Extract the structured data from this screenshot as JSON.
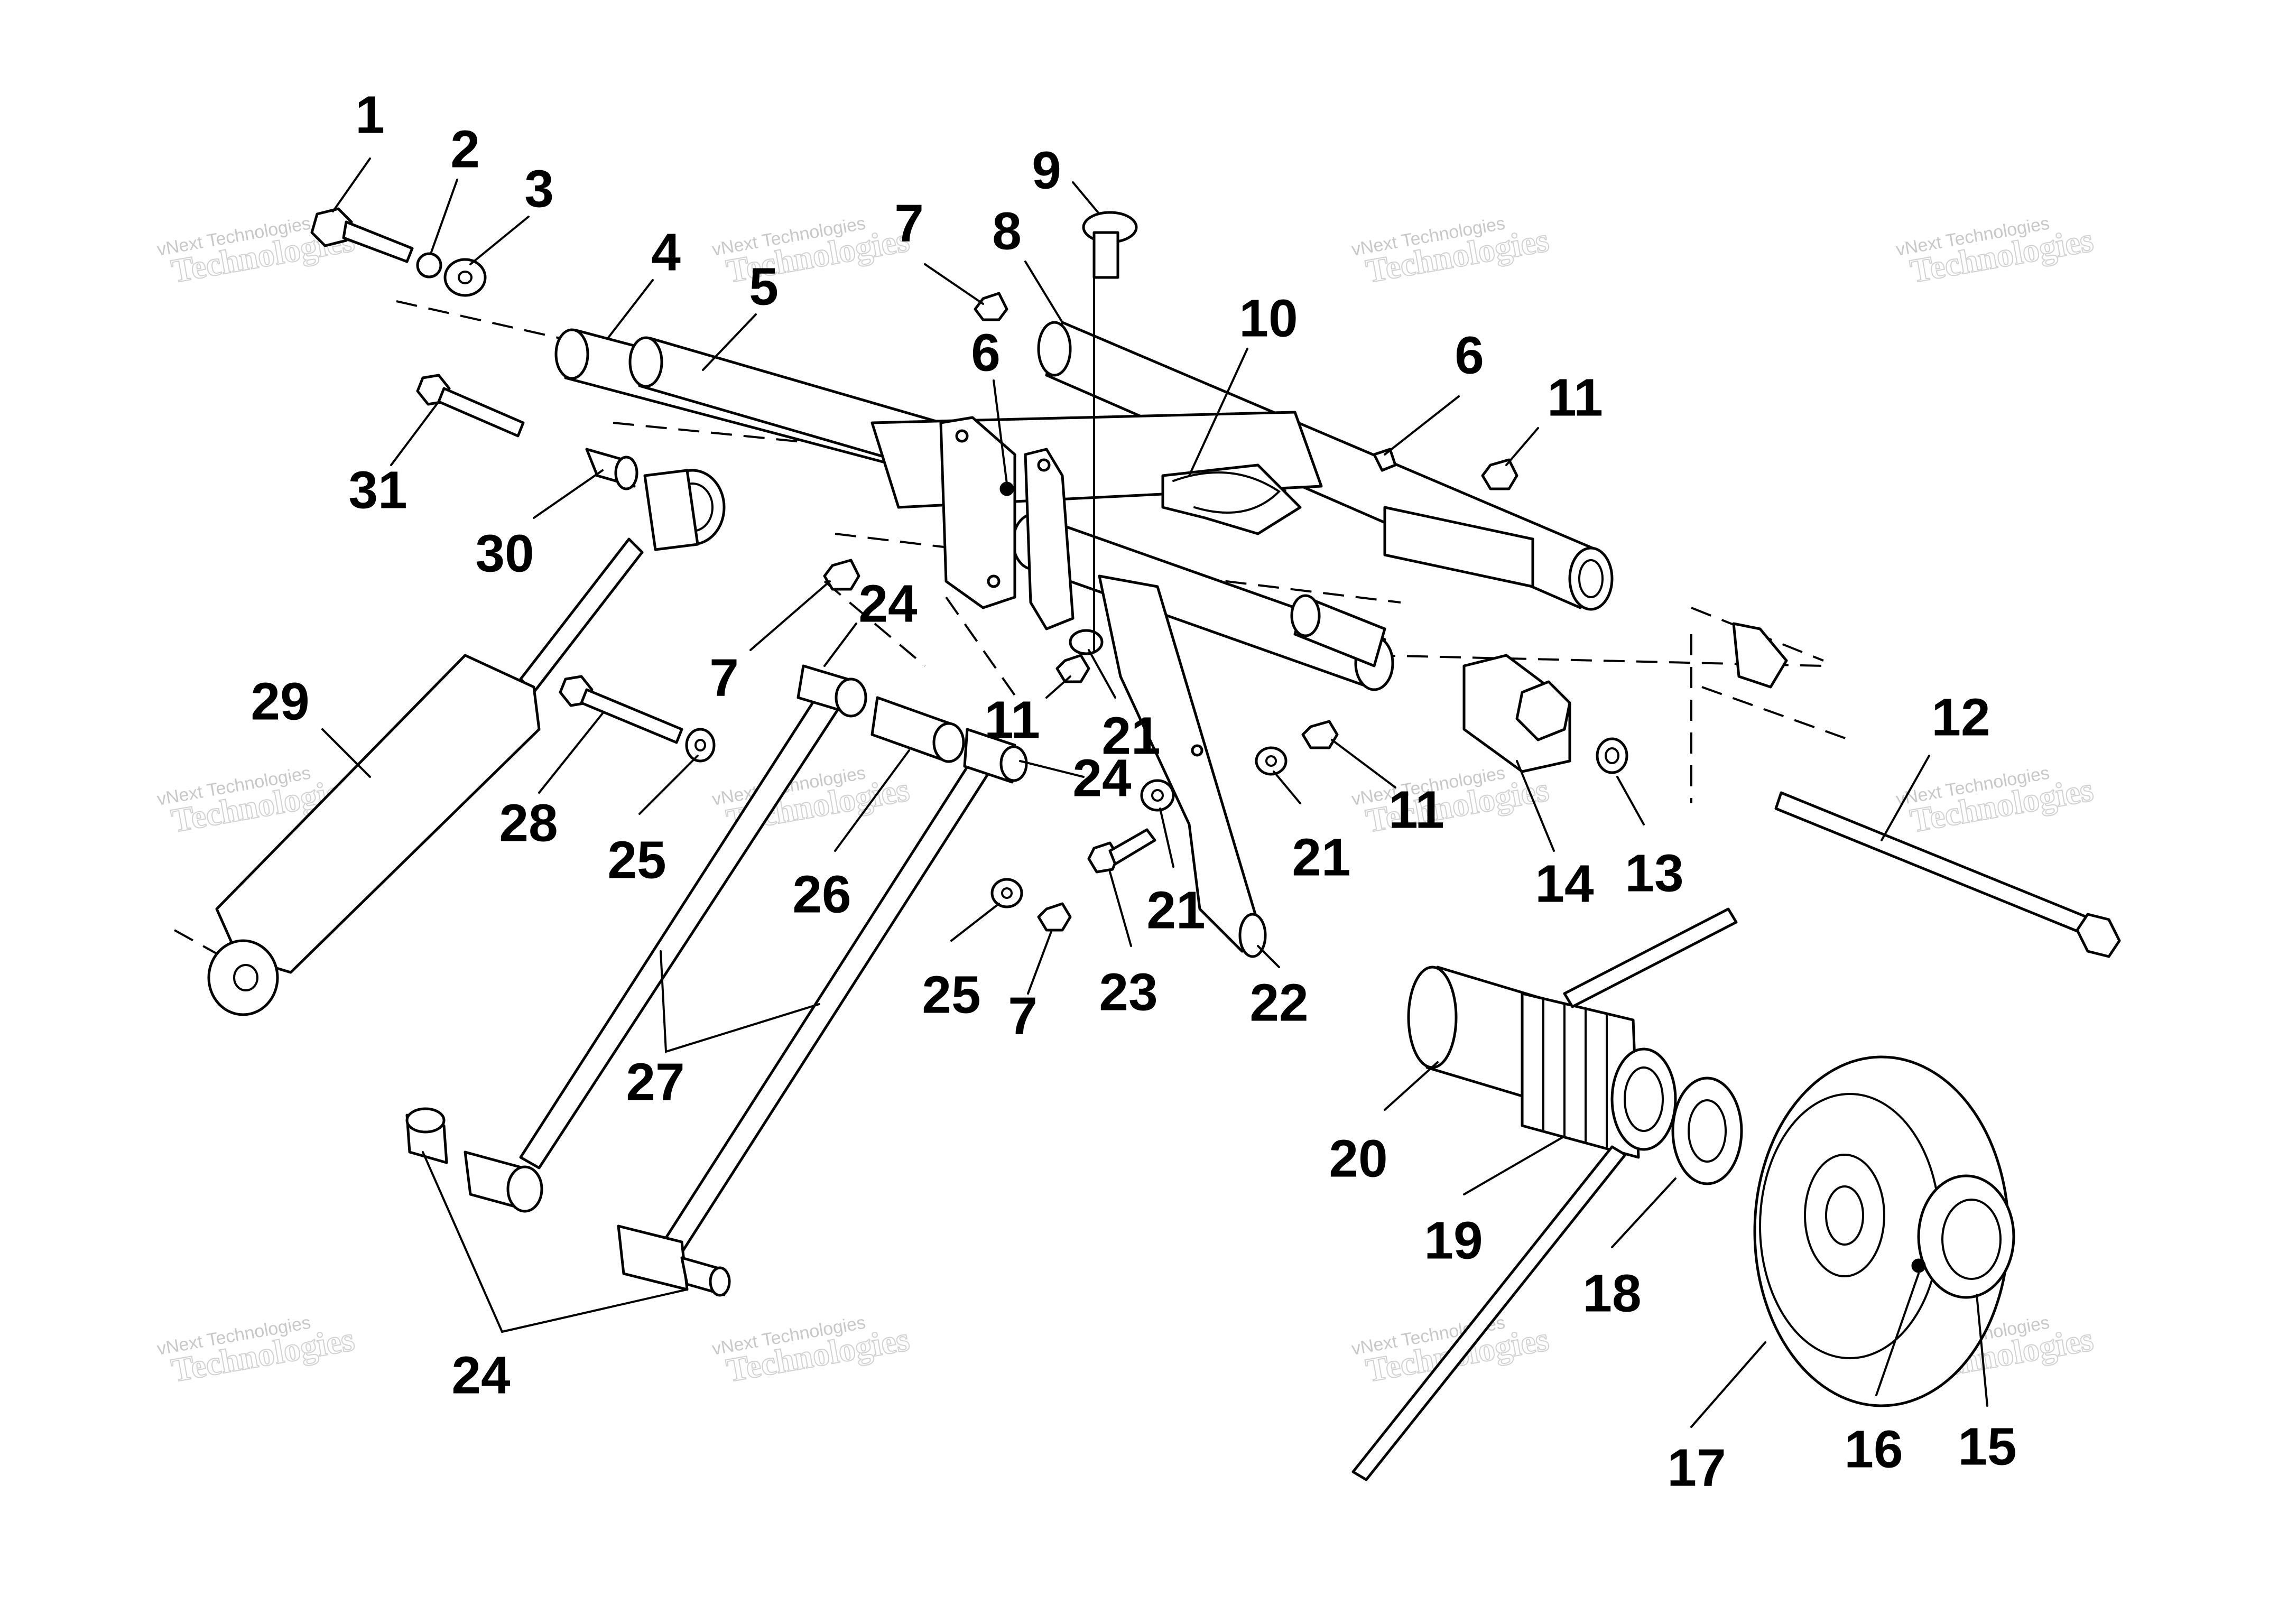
{
  "watermark": {
    "line_small": "vNext Technologies",
    "line_big": "Technologies",
    "line_top": "vNext"
  },
  "callouts": [
    {
      "id": "c1",
      "label": "1"
    },
    {
      "id": "c2",
      "label": "2"
    },
    {
      "id": "c3",
      "label": "3"
    },
    {
      "id": "c4",
      "label": "4"
    },
    {
      "id": "c5",
      "label": "5"
    },
    {
      "id": "c6a",
      "label": "6"
    },
    {
      "id": "c6b",
      "label": "6"
    },
    {
      "id": "c7a",
      "label": "7"
    },
    {
      "id": "c7b",
      "label": "7"
    },
    {
      "id": "c7c",
      "label": "7"
    },
    {
      "id": "c8",
      "label": "8"
    },
    {
      "id": "c9",
      "label": "9"
    },
    {
      "id": "c10",
      "label": "10"
    },
    {
      "id": "c11a",
      "label": "11"
    },
    {
      "id": "c11b",
      "label": "11"
    },
    {
      "id": "c11c",
      "label": "11"
    },
    {
      "id": "c12",
      "label": "12"
    },
    {
      "id": "c13",
      "label": "13"
    },
    {
      "id": "c14",
      "label": "14"
    },
    {
      "id": "c15",
      "label": "15"
    },
    {
      "id": "c16",
      "label": "16"
    },
    {
      "id": "c17",
      "label": "17"
    },
    {
      "id": "c18",
      "label": "18"
    },
    {
      "id": "c19",
      "label": "19"
    },
    {
      "id": "c20",
      "label": "20"
    },
    {
      "id": "c21a",
      "label": "21"
    },
    {
      "id": "c21b",
      "label": "21"
    },
    {
      "id": "c21c",
      "label": "21"
    },
    {
      "id": "c22",
      "label": "22"
    },
    {
      "id": "c23",
      "label": "23"
    },
    {
      "id": "c24a",
      "label": "24"
    },
    {
      "id": "c24b",
      "label": "24"
    },
    {
      "id": "c24c",
      "label": "24"
    },
    {
      "id": "c25a",
      "label": "25"
    },
    {
      "id": "c25b",
      "label": "25"
    },
    {
      "id": "c26",
      "label": "26"
    },
    {
      "id": "c27",
      "label": "27"
    },
    {
      "id": "c28",
      "label": "28"
    },
    {
      "id": "c29",
      "label": "29"
    },
    {
      "id": "c30",
      "label": "30"
    },
    {
      "id": "c31",
      "label": "31"
    }
  ]
}
